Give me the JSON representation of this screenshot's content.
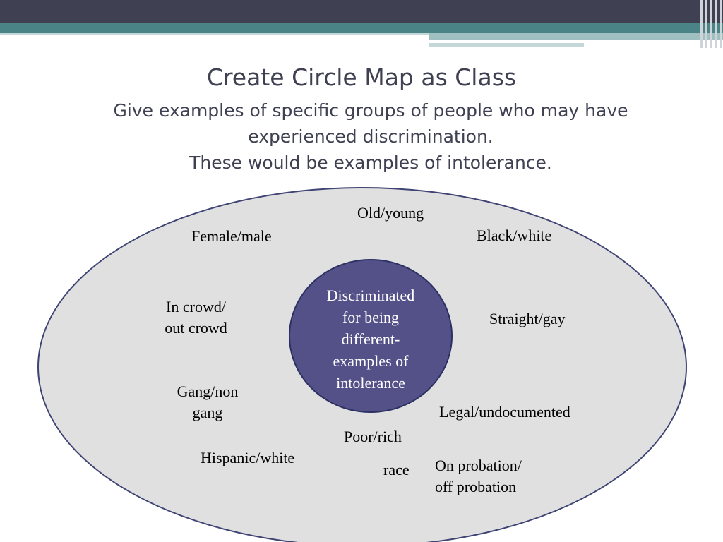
{
  "slide": {
    "title": "Create Circle Map as Class",
    "subtitle_lines": [
      "Give examples of specific groups of people who may have",
      "experienced discrimination.",
      "These would be examples of intolerance."
    ]
  },
  "diagram": {
    "center_lines": [
      "Discriminated",
      "for being",
      "different-",
      "examples of",
      "intolerance"
    ],
    "labels": {
      "old_young": "Old/young",
      "female_male": "Female/male",
      "black_white": "Black/white",
      "in_crowd_line1": "In crowd/",
      "in_crowd_line2": "out crowd",
      "straight_gay": "Straight/gay",
      "gang_line1": "Gang/non",
      "gang_line2": "gang",
      "legal_undocumented": "Legal/undocumented",
      "poor_rich": "Poor/rich",
      "hispanic_white": "Hispanic/white",
      "race": "race",
      "probation_line1": "On probation/",
      "probation_line2": "off probation"
    },
    "colors": {
      "outer_fill": "#e0e0e0",
      "outer_stroke": "#3f4474",
      "inner_fill": "#545189",
      "title_color": "#3f4152"
    }
  }
}
